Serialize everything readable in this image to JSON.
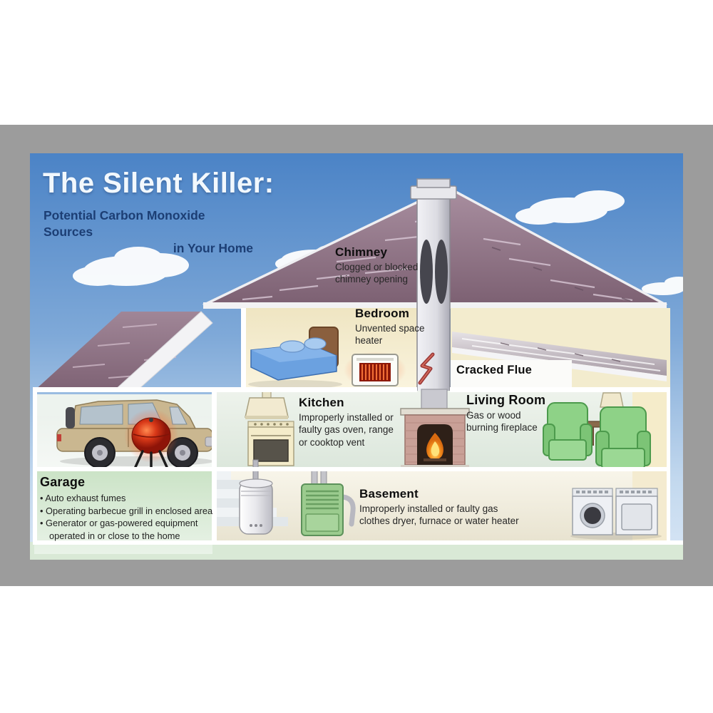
{
  "poster": {
    "title": "The Silent Killer:",
    "subtitle_line1": "Potential Carbon Monoxide Sources",
    "subtitle_line2": "in Your Home",
    "sections": {
      "chimney": {
        "title": "Chimney",
        "desc": "Clogged or blocked chimney opening"
      },
      "bedroom": {
        "title": "Bedroom",
        "desc": "Unvented space heater"
      },
      "cracked_flue": {
        "title": "Cracked Flue"
      },
      "kitchen": {
        "title": "Kitchen",
        "desc": "Improperly installed or faulty gas oven, range or cooktop vent"
      },
      "living_room": {
        "title": "Living Room",
        "desc": "Gas or wood burning fireplace"
      },
      "basement": {
        "title": "Basement",
        "desc": "Improperly installed or faulty gas clothes dryer, furnace or water heater"
      },
      "garage": {
        "title": "Garage",
        "bullets": [
          "Auto exhaust fumes",
          "Operating barbecue grill in enclosed area",
          "Generator or gas-powered equipment operated in or close to the home"
        ]
      }
    },
    "colors": {
      "frame_gray": "#9c9c9c",
      "sky_top": "#4b83c6",
      "sky_bottom": "#d8e6f5",
      "roof_mauve": "#8d7183",
      "subtitle_navy": "#1c3e74",
      "title_white": "#f2f8fd",
      "interior_cream": "#f3ecce",
      "interior_green": "#e7efe5",
      "panel_green": "#d2e6cd",
      "furniture_green": "#8ed287",
      "alert_red": "#b03030"
    }
  }
}
